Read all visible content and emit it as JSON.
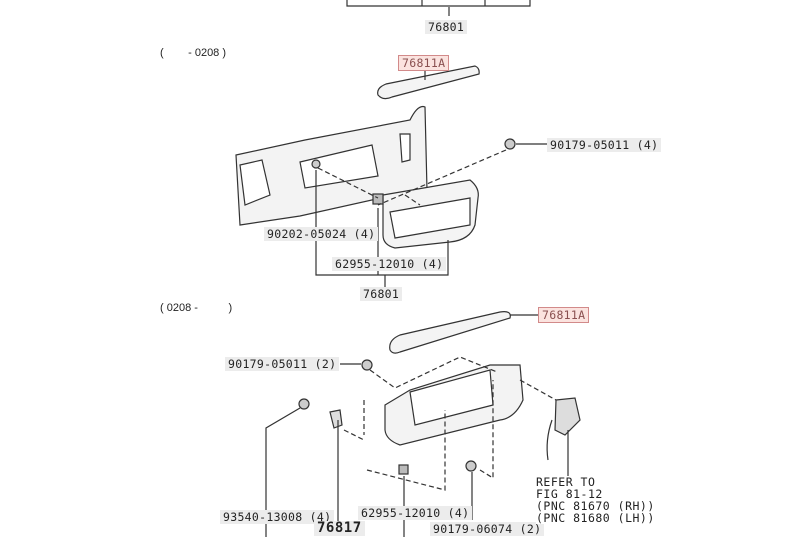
{
  "diagram": {
    "top_assembly_label": "76801",
    "section1": {
      "range": "(        - 0208 )",
      "molding_label": "76811A",
      "nut_label": "90179-05011 (4)",
      "screw_label": "90202-05024 (4)",
      "clip_label": "62955-12010 (4)",
      "assembly_label": "76801"
    },
    "section2": {
      "range": "( 0208 -          )",
      "molding_label": "76811A",
      "nut_label": "90179-05011 (2)",
      "bolt_label": "93540-13008 (4)",
      "bracket_label": "76817",
      "clip_label": "62955-12010 (4)",
      "nut2_label": "90179-06074 (2)",
      "refer": [
        "REFER TO",
        "FIG 81-12",
        "(PNC 81670 (RH))",
        "(PNC 81680 (LH))"
      ]
    },
    "highlight_color": "#fbe3df"
  }
}
